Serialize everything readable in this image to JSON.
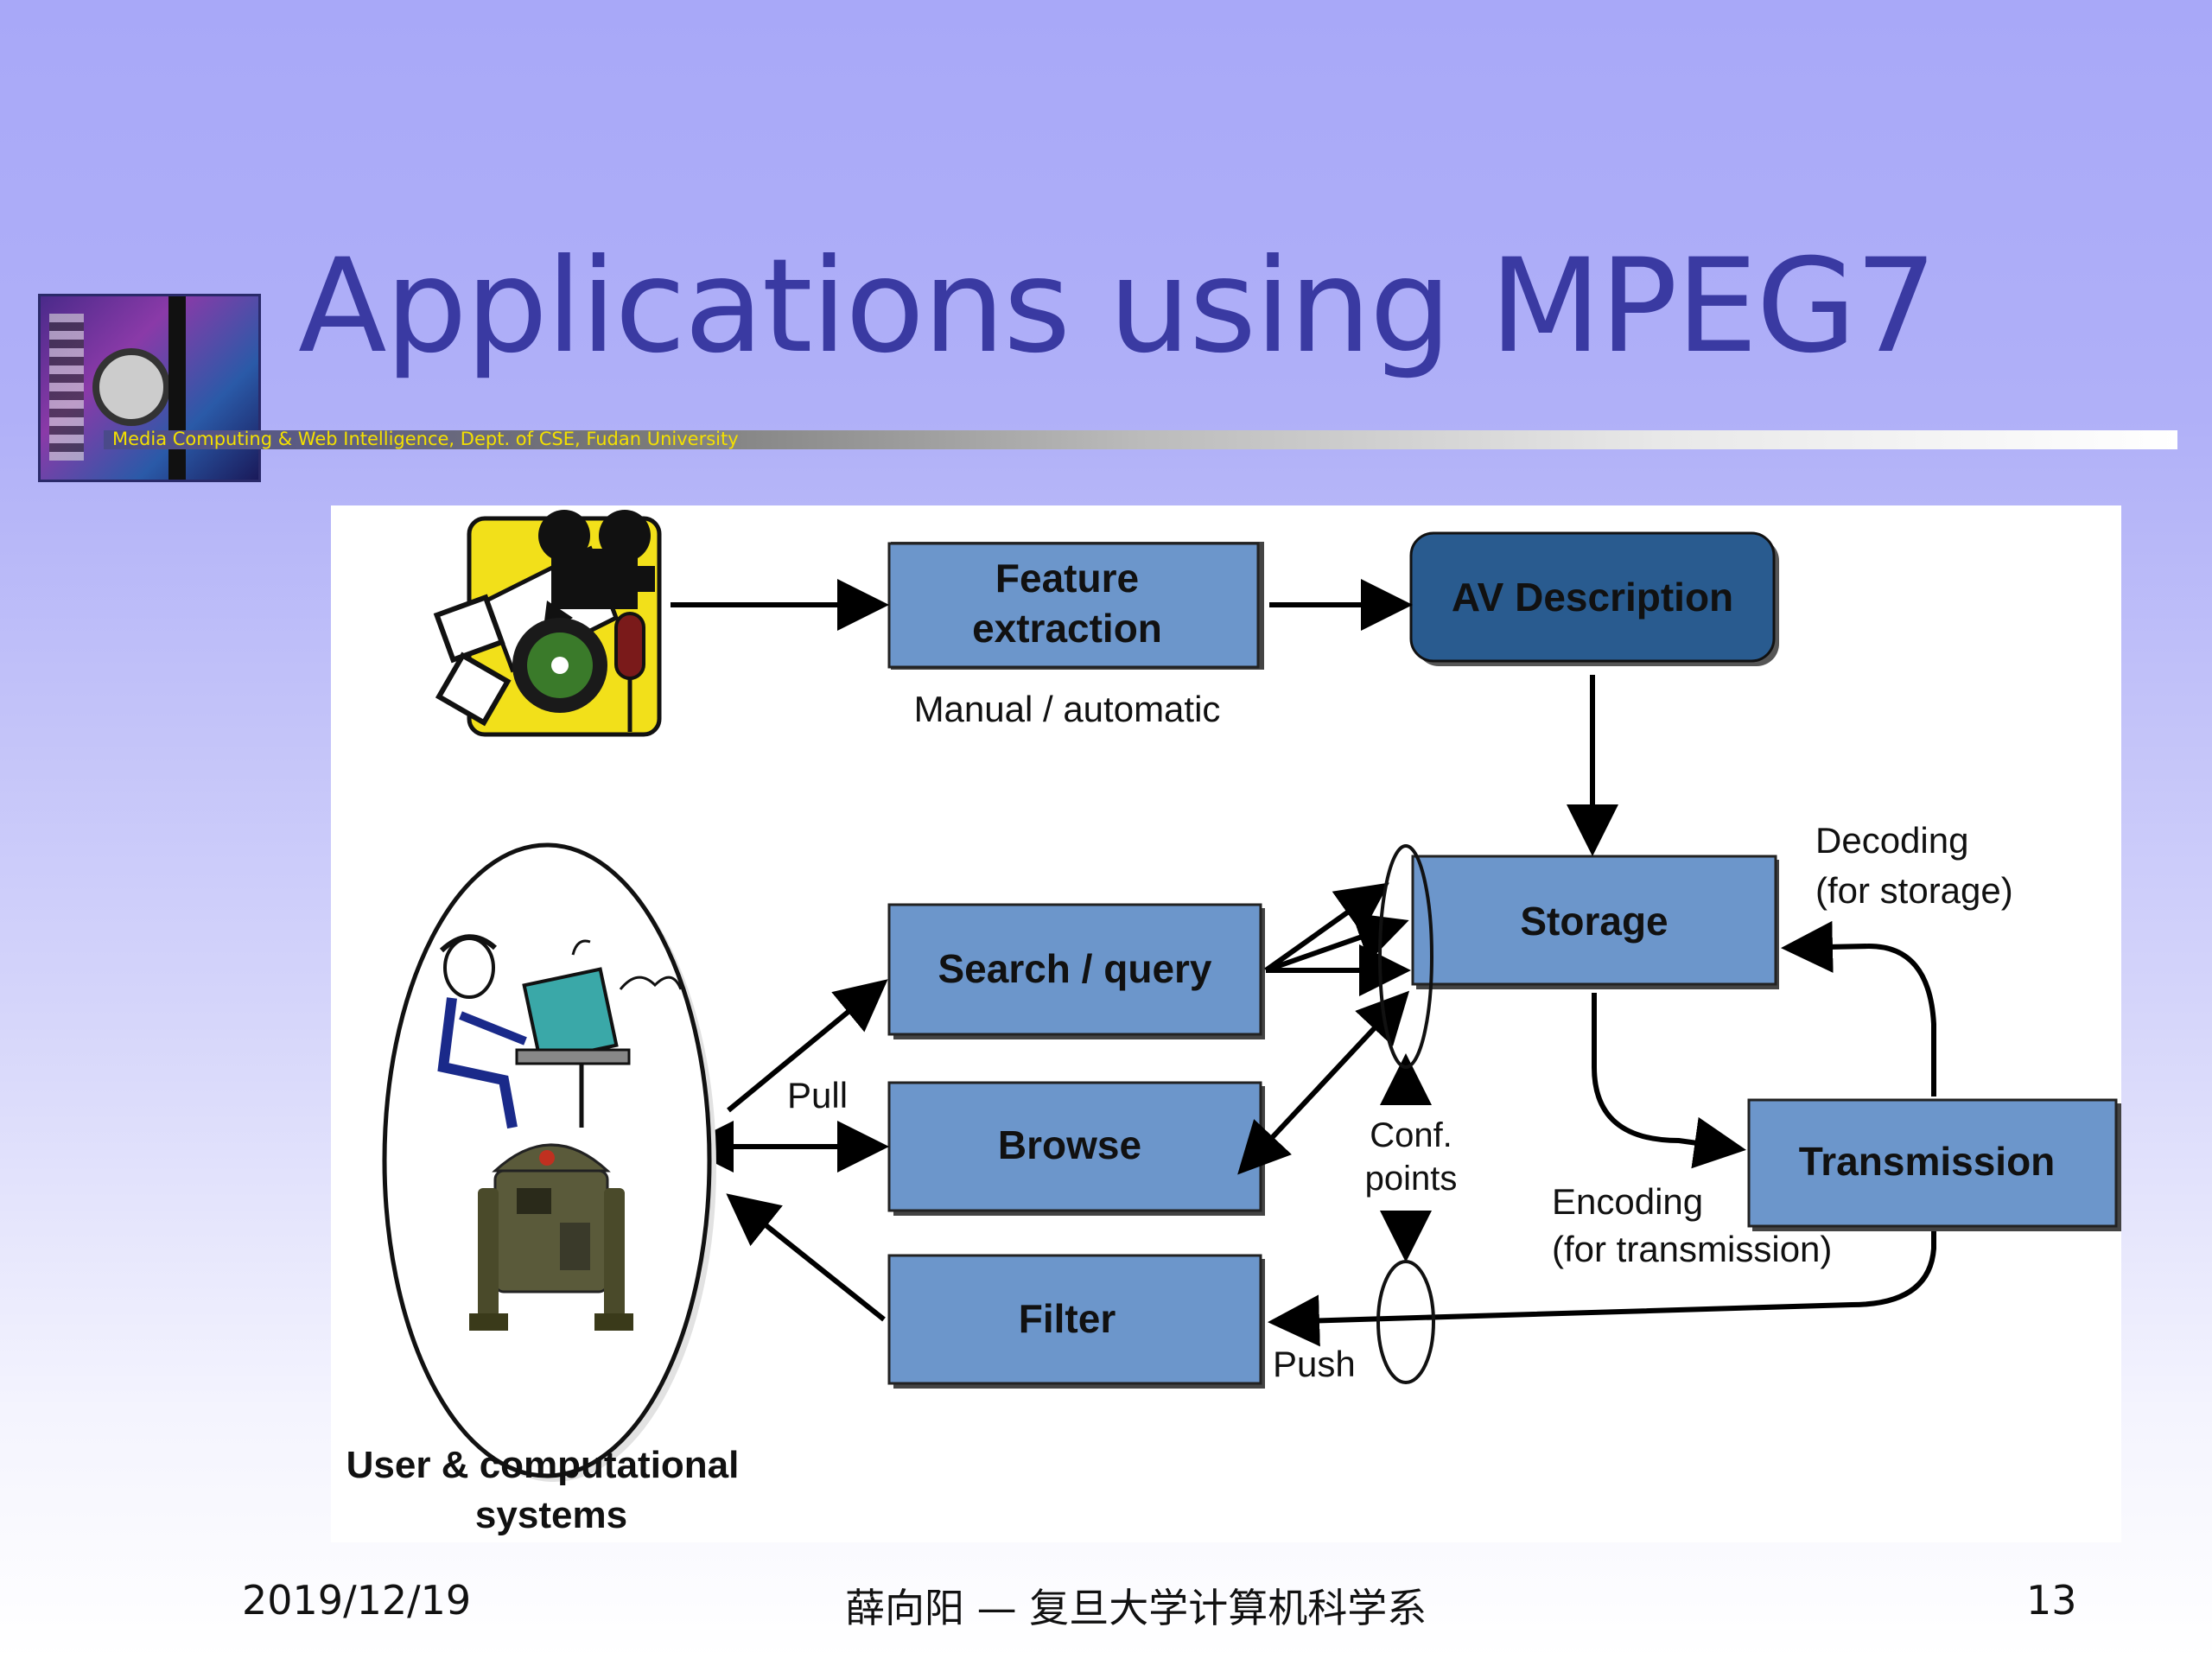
{
  "slide": {
    "title": "Applications using MPEG7",
    "subtitle": "Media Computing & Web Intelligence, Dept. of CSE, Fudan University"
  },
  "diagram": {
    "boxes": {
      "feature_extraction": [
        "Feature",
        "extraction"
      ],
      "av_description": "AV Description",
      "storage": "Storage",
      "search_query": "Search / query",
      "browse": "Browse",
      "filter": "Filter",
      "transmission": "Transmission"
    },
    "labels": {
      "manual_automatic": "Manual / automatic",
      "decoding": [
        "Decoding",
        "(for storage)"
      ],
      "encoding": [
        "Encoding",
        "(for transmission)"
      ],
      "pull": "Pull",
      "push": "Push",
      "conf_points": [
        "Conf.",
        "points"
      ],
      "user_systems": [
        "User & computational",
        "systems"
      ]
    },
    "colors": {
      "box_fill": "#6c96cb",
      "box_dark_fill": "#295b8f",
      "media_icon_bg": "#f2e01a"
    },
    "icons": [
      "film-projector-icon",
      "user-at-computer-icon",
      "robot-icon"
    ]
  },
  "footer": {
    "date": "2019/12/19",
    "center": "薛向阳 — 复旦大学计算机科学系",
    "page": "13"
  }
}
